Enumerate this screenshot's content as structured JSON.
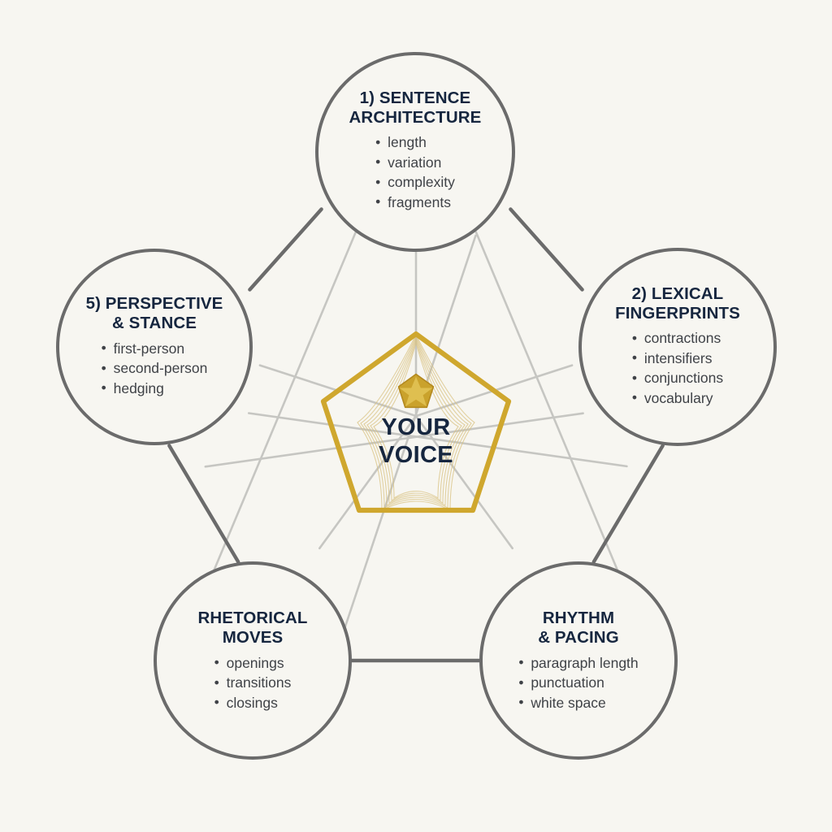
{
  "diagram": {
    "title": "YOUR VOICE",
    "background_color": "#f7f6f1",
    "node_border_color": "#6b6b6b",
    "heading_color": "#16263f",
    "body_color": "#3f4247",
    "accent_gold": "#cfa72e",
    "web_line_color": "#c6c6c2",
    "center": {
      "label_line_1": "YOUR",
      "label_line_2": "VOICE",
      "label": "YOUR\nVOICE",
      "icon": "gold-star-badge-icon"
    },
    "nodes": [
      {
        "id": "sentence-architecture",
        "title": "1) SENTENCE\nARCHITECTURE",
        "title_line_1": "1) SENTENCE",
        "title_line_2": "ARCHITECTURE",
        "items": [
          "length",
          "variation",
          "complexity",
          "fragments"
        ]
      },
      {
        "id": "lexical-fingerprints",
        "title": "2) LEXICAL\nFINGERPRINTS",
        "title_line_1": "2) LEXICAL",
        "title_line_2": "FINGERPRINTS",
        "items": [
          "contractions",
          "intensifiers",
          "conjunctions",
          "vocabulary"
        ]
      },
      {
        "id": "rhythm-and-pacing",
        "title": "RHYTHM\n& PACING",
        "title_line_1": "RHYTHM",
        "title_line_2": "& PACING",
        "items": [
          "paragraph length",
          "punctuation",
          "white space"
        ]
      },
      {
        "id": "rhetorical-moves",
        "title": "RHETORICAL\nMOVES",
        "title_line_1": "RHETORICAL",
        "title_line_2": "MOVES",
        "items": [
          "openings",
          "transitions",
          "closings"
        ]
      },
      {
        "id": "perspective-and-stance",
        "title": "5) PERSPECTIVE\n& STANCE",
        "title_line_1": "5) PERSPECTIVE",
        "title_line_2": "& STANCE",
        "items": [
          "first-person",
          "second-person",
          "hedging"
        ]
      }
    ]
  }
}
